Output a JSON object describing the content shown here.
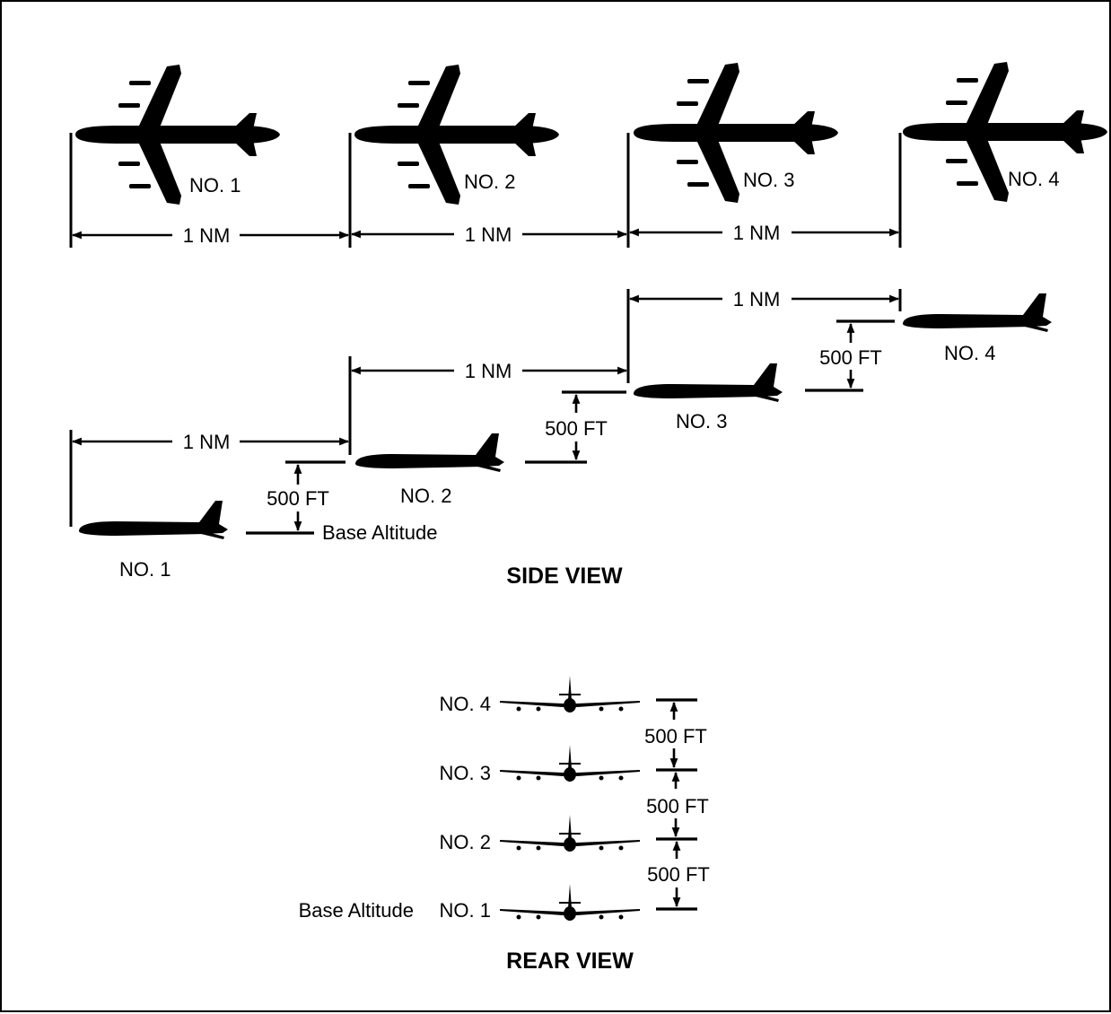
{
  "top_view": {
    "aircraft": [
      {
        "label": "NO. 1"
      },
      {
        "label": "NO. 2"
      },
      {
        "label": "NO. 3"
      },
      {
        "label": "NO. 4"
      }
    ],
    "spacing": [
      "1 NM",
      "1 NM",
      "1 NM"
    ]
  },
  "side_view": {
    "title": "SIDE VIEW",
    "aircraft": [
      {
        "label": "NO. 1"
      },
      {
        "label": "NO. 2"
      },
      {
        "label": "NO. 3"
      },
      {
        "label": "NO. 4"
      }
    ],
    "spacing": [
      "1 NM",
      "1 NM",
      "1 NM"
    ],
    "altitude_steps": [
      "500 FT",
      "500 FT",
      "500 FT"
    ],
    "base_label": "Base Altitude"
  },
  "rear_view": {
    "title": "REAR VIEW",
    "aircraft": [
      {
        "label": "NO. 4"
      },
      {
        "label": "NO. 3"
      },
      {
        "label": "NO. 2"
      },
      {
        "label": "NO. 1"
      }
    ],
    "altitude_steps": [
      "500 FT",
      "500 FT",
      "500 FT"
    ],
    "base_label": "Base Altitude"
  }
}
